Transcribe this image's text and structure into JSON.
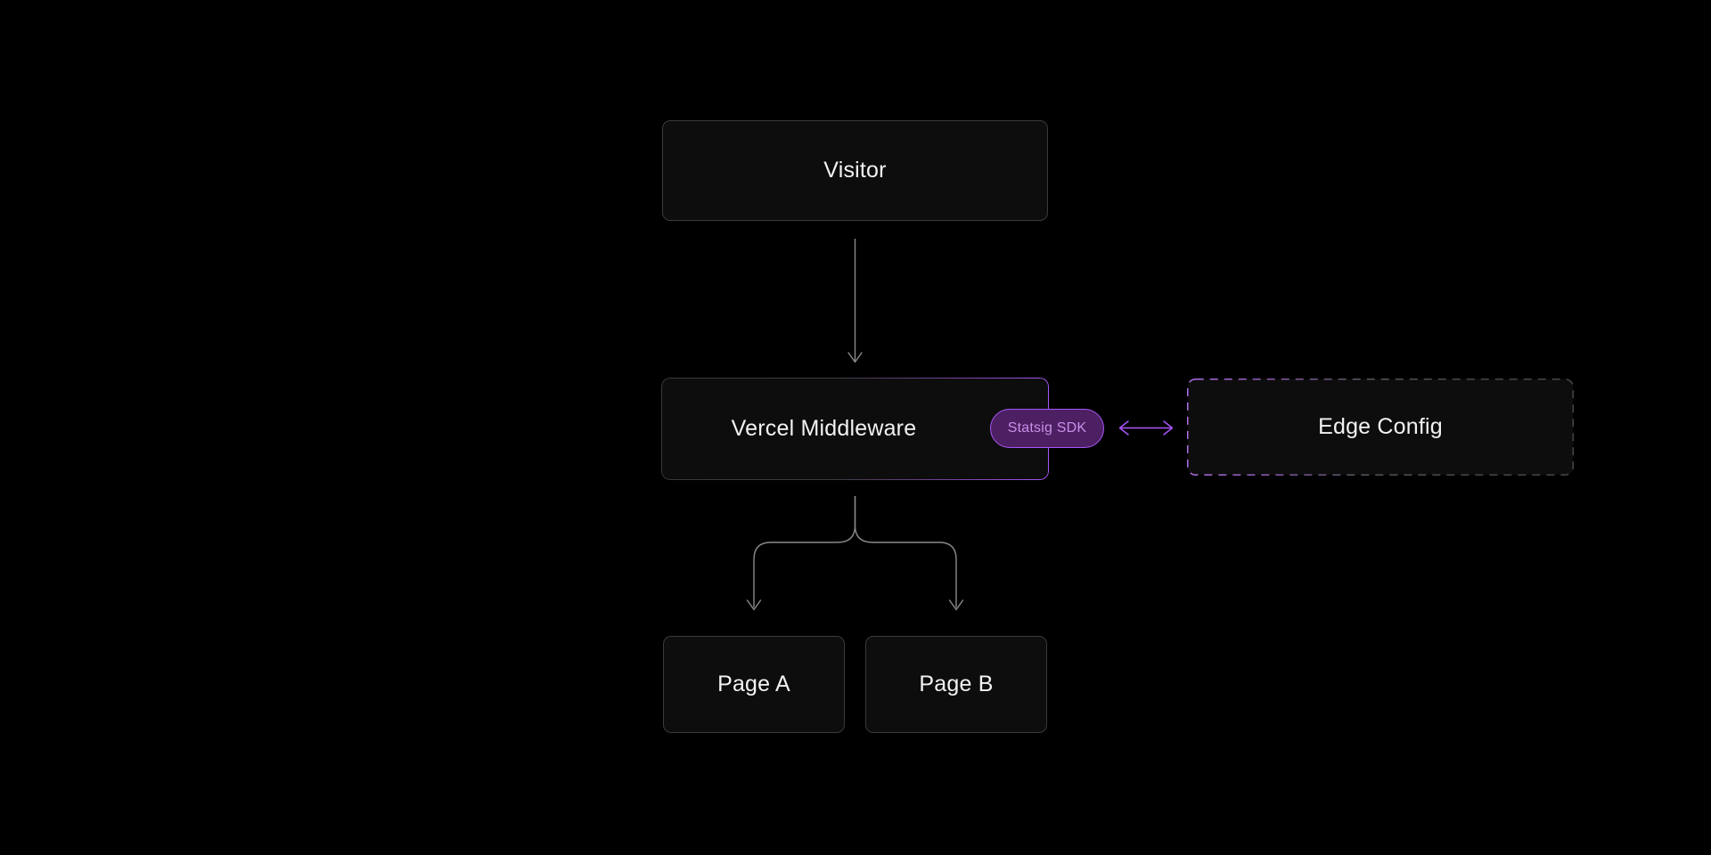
{
  "diagram": {
    "background_color": "#000000",
    "node_fill": "#0d0d0d",
    "node_border": "#3a3a3a",
    "text_color": "#f2f2f2",
    "accent_purple": "#a855f7",
    "badge_fill": "#4c2063",
    "badge_text": "#c98ee8",
    "connector_color": "#8a8a8a"
  },
  "nodes": {
    "visitor": {
      "label": "Visitor"
    },
    "middleware": {
      "label": "Vercel Middleware"
    },
    "statsig_badge": {
      "label": "Statsig SDK"
    },
    "edge_config": {
      "label": "Edge Config"
    },
    "page_a": {
      "label": "Page A"
    },
    "page_b": {
      "label": "Page B"
    }
  },
  "connectors": [
    {
      "id": "visitor-to-middleware",
      "from": "visitor",
      "to": "middleware",
      "direction": "down",
      "arrowheads": "end",
      "style": "solid",
      "color": "#8a8a8a"
    },
    {
      "id": "middleware-to-page-a",
      "from": "middleware",
      "to": "page_a",
      "direction": "down-left",
      "arrowheads": "end",
      "style": "solid",
      "color": "#8a8a8a"
    },
    {
      "id": "middleware-to-page-b",
      "from": "middleware",
      "to": "page_b",
      "direction": "down-right",
      "arrowheads": "end",
      "style": "solid",
      "color": "#8a8a8a"
    },
    {
      "id": "statsig-sdk-to-edge-config",
      "from": "statsig_badge",
      "to": "edge_config",
      "direction": "horizontal",
      "arrowheads": "both",
      "style": "solid",
      "color": "#a855f7"
    }
  ]
}
